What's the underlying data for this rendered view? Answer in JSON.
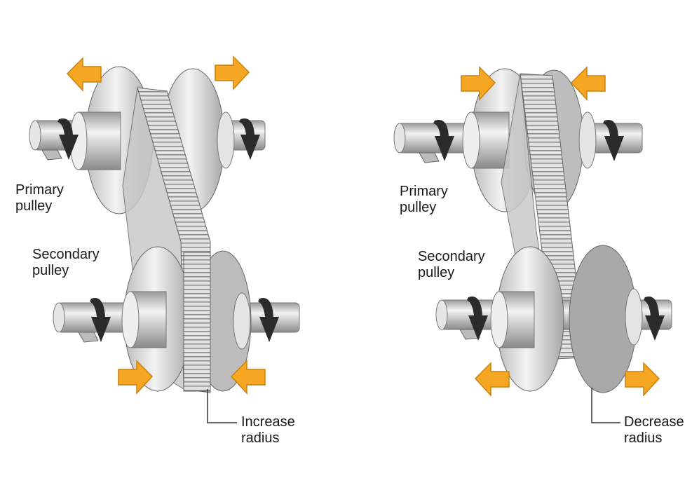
{
  "labels": {
    "left_primary": "Primary\npulley",
    "left_secondary": "Secondary\npulley",
    "left_callout": "Increase\nradius",
    "right_primary": "Primary\npulley",
    "right_secondary": "Secondary\npulley",
    "right_callout": "Decrease\nradius"
  },
  "colors": {
    "arrow": "#f5a623",
    "arrow_stroke": "#c98210",
    "rotation_arrow": "#2b2b2b",
    "metal_light": "#f2f2f2",
    "metal_mid": "#cfcfcf",
    "metal_dark": "#8f8f8f",
    "belt": "#d9d9d9",
    "belt_tooth": "#9a9a9a"
  },
  "icons": {
    "axial_arrow": "arrow-icon",
    "rotation": "rotation-arrow-icon"
  }
}
